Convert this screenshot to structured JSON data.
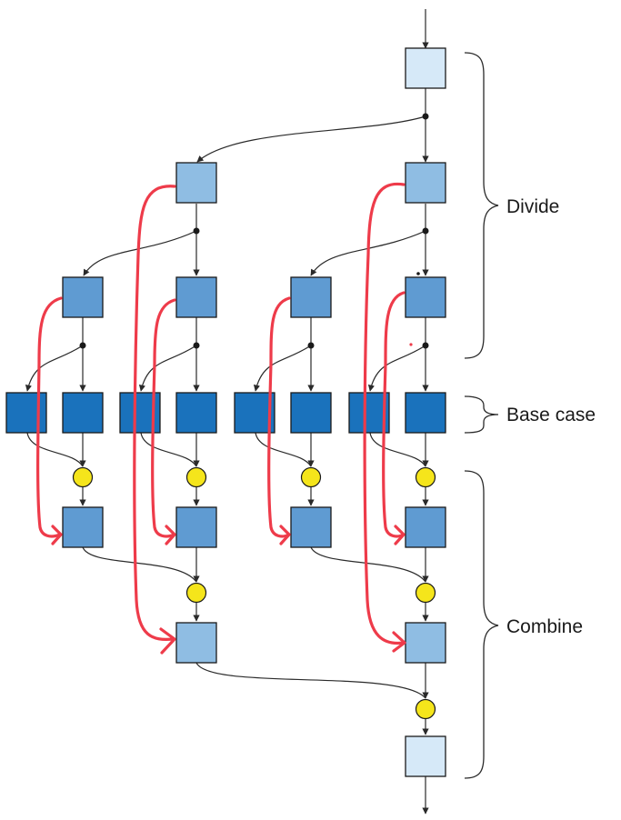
{
  "labels": {
    "divide": "Divide",
    "base_case": "Base case",
    "combine": "Combine"
  },
  "colors": {
    "level0": "#d6e9f8",
    "level1": "#8fbde3",
    "level2": "#5f9bd2",
    "base": "#1a72bc",
    "combine_node": "#f5e51b",
    "red_arrow": "#ee3b4a"
  }
}
